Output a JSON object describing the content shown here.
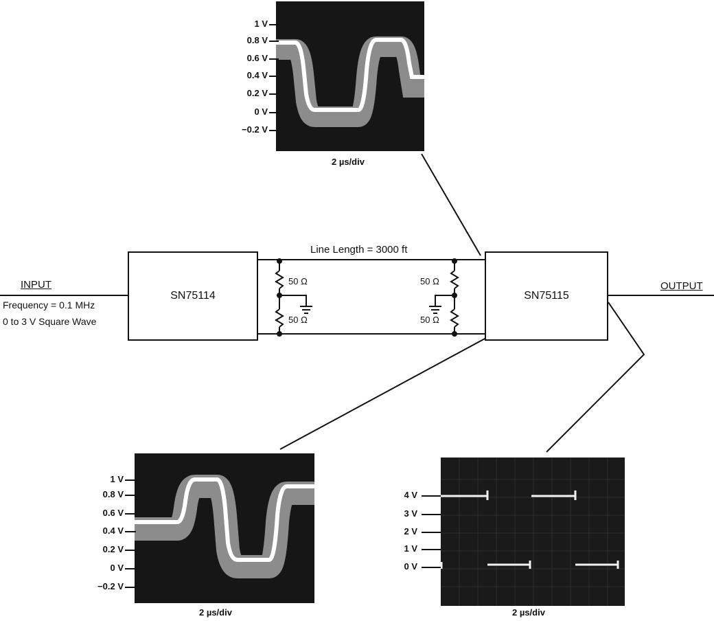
{
  "blocks": {
    "driver": "SN75114",
    "receiver": "SN75115"
  },
  "input": {
    "label": "INPUT",
    "frequency": "Frequency = 0.1 MHz",
    "waveform": "0 to 3 V Square Wave"
  },
  "output": {
    "label": "OUTPUT"
  },
  "line": {
    "length": "Line Length = 3000 ft"
  },
  "resistors": {
    "r1": "50 Ω",
    "r2": "50 Ω",
    "r3": "50 Ω",
    "r4": "50 Ω"
  },
  "scope_top": {
    "ticks": [
      "1 V",
      "0.8 V",
      "0.6 V",
      "0.4 V",
      "0.2 V",
      "0 V",
      "−0.2 V"
    ],
    "timebase": "2 µs/div"
  },
  "scope_bottom_left": {
    "ticks": [
      "1 V",
      "0.8 V",
      "0.6 V",
      "0.4 V",
      "0.2 V",
      "0 V",
      "−0.2 V"
    ],
    "timebase": "2 µs/div"
  },
  "scope_bottom_right": {
    "ticks": [
      "4 V",
      "3 V",
      "2 V",
      "1 V",
      "0 V"
    ],
    "timebase": "2 µs/div"
  },
  "colors": {
    "line": "#111111",
    "scope_bg": "#161616",
    "trace": "#f2f2f2"
  }
}
